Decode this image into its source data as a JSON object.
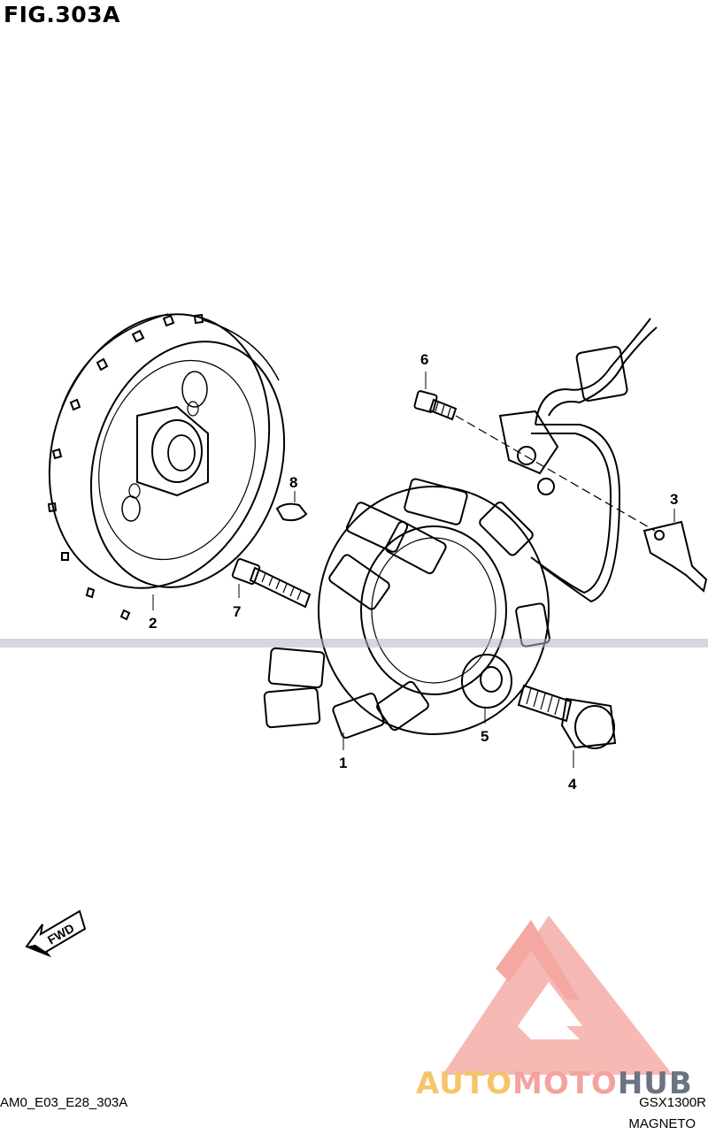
{
  "figure": {
    "title": "FIG.303A",
    "code": "AM0_E03_E28_303A",
    "model": "GSX1300R",
    "section": "MAGNETO",
    "fwd_label": "FWD"
  },
  "callouts": [
    {
      "id": "1",
      "part": "stator"
    },
    {
      "id": "2",
      "part": "rotor"
    },
    {
      "id": "3",
      "part": "clamp"
    },
    {
      "id": "4",
      "part": "bolt"
    },
    {
      "id": "5",
      "part": "washer"
    },
    {
      "id": "6",
      "part": "screw"
    },
    {
      "id": "7",
      "part": "bolt"
    },
    {
      "id": "8",
      "part": "key"
    }
  ],
  "watermark": {
    "part1": "AUTO",
    "part2": "MOTO",
    "part3": "HUB",
    "colors": {
      "auto": "#f4c56a",
      "moto": "#f3a39d",
      "hub": "#6b7480",
      "logo": "#f28b82"
    }
  }
}
